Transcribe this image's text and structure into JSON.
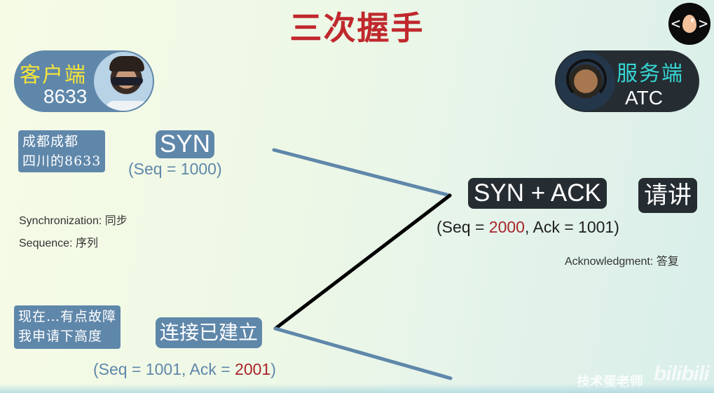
{
  "title": "三次握手",
  "logo": {
    "icon": "egg-code-icon",
    "left": "<",
    "right": ">"
  },
  "client": {
    "role": "客户端",
    "id": "8633",
    "role_color": "#f5e43a",
    "bg_color": "#5f87aa"
  },
  "server": {
    "role": "服务端",
    "id": "ATC",
    "role_color": "#36d6d3",
    "bg_color": "#252d33"
  },
  "step1": {
    "note_line1": "成都成都",
    "note_line2": "四川的8633",
    "label": "SYN",
    "seq_text": "(Seq = 1000)"
  },
  "glossary": {
    "sync": "Synchronization: 同步",
    "seq": "Sequence: 序列",
    "ack": "Acknowledgment: 答复"
  },
  "step2": {
    "label": "SYN + ACK",
    "reply": "请讲",
    "seq_prefix": "(Seq = ",
    "seq_value": "2000",
    "ack_part": ", Ack = 1001)"
  },
  "step3": {
    "note_line1": "现在…有点故障",
    "note_line2": "我申请下高度",
    "label": "连接已建立",
    "seq_prefix": "(Seq = 1001, Ack = ",
    "ack_value": "2001",
    "seq_suffix": ")"
  },
  "watermark": {
    "author": "技术蛋老师",
    "platform": "bilibili"
  },
  "colors": {
    "title": "#c0282d",
    "accent_blue": "#5f87aa",
    "dark": "#252d33",
    "highlight_red": "#a8242a"
  }
}
